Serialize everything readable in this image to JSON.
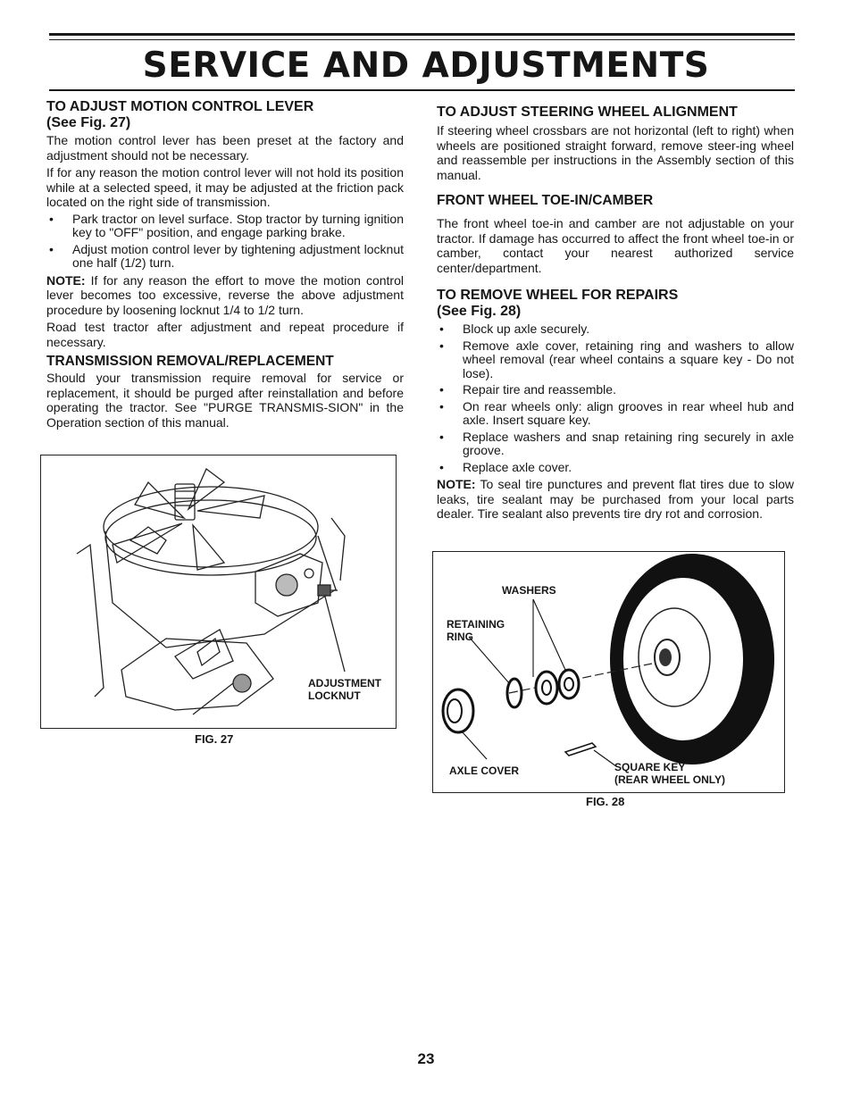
{
  "header": {
    "title": "SERVICE AND ADJUSTMENTS"
  },
  "left": {
    "motion": {
      "heading": "TO ADJUST MOTION CONTROL LEVER",
      "see": "(See Fig. 27)",
      "p1": "The motion control lever has been preset at the factory and adjustment should not be necessary.",
      "p2": "If for any reason the motion control lever will not hold its position while at a selected speed, it may be adjusted at the friction pack located on the right side of transmission.",
      "bullets": [
        "Park tractor on level surface. Stop tractor by turning ignition key to \"OFF\" position, and engage parking brake.",
        "Adjust motion control lever by tightening adjustment locknut one half (1/2) turn."
      ],
      "note_label": "NOTE:",
      "note_text": " If for any reason the effort to move the motion control lever becomes too excessive, reverse the above adjustment procedure by loosening locknut 1/4 to 1/2 turn.",
      "p3": "Road test tractor after adjustment and repeat procedure if necessary."
    },
    "transmission": {
      "heading": "TRANSMISSION REMOVAL/REPLACEMENT",
      "p1": "Should your transmission require removal for service or replacement, it should be purged after reinstallation and before operating the tractor. See \"PURGE TRANSMIS-SION\" in the Operation section of this manual."
    },
    "fig27": {
      "label_line1": "ADJUSTMENT",
      "label_line2": "LOCKNUT",
      "caption": "FIG. 27"
    }
  },
  "right": {
    "steering": {
      "heading": "TO ADJUST STEERING WHEEL ALIGNMENT",
      "p1": "If steering wheel crossbars are not horizontal (left to right) when wheels are positioned straight forward, remove steer-ing wheel and reassemble per instructions in the Assembly section of this manual."
    },
    "toein": {
      "heading": "FRONT WHEEL TOE-IN/CAMBER",
      "p1": "The front wheel toe-in and camber are not adjustable on your tractor. If damage has occurred to affect the front wheel toe-in or camber, contact your nearest authorized service center/department."
    },
    "remove": {
      "heading": "TO REMOVE WHEEL FOR REPAIRS",
      "see": "(See Fig. 28)",
      "bullets": [
        "Block up axle securely.",
        "Remove axle cover, retaining ring and washers to allow wheel removal (rear wheel contains a square key - Do not lose).",
        "Repair tire and reassemble.",
        "On rear wheels only: align grooves in rear wheel hub and axle. Insert square key.",
        "Replace washers and snap retaining ring securely in axle groove.",
        "Replace axle cover."
      ],
      "note_label": "NOTE:",
      "note_text": " To seal tire punctures and prevent flat tires due to slow leaks, tire sealant may be purchased from your local parts dealer. Tire sealant also prevents tire dry rot and corrosion."
    },
    "fig28": {
      "washers": "WASHERS",
      "retaining_line1": "RETAINING",
      "retaining_line2": "RING",
      "axle_cover": "AXLE COVER",
      "square_key_line1": "SQUARE KEY",
      "square_key_line2": "(REAR WHEEL ONLY)",
      "caption": "FIG. 28"
    }
  },
  "footer": {
    "page_number": "23"
  }
}
